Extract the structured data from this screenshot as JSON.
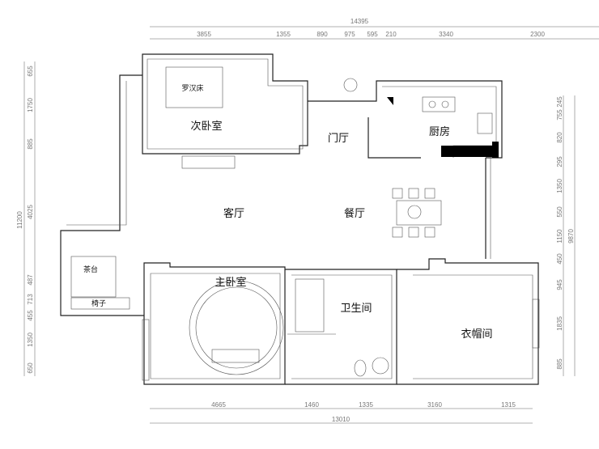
{
  "plan": {
    "top_dims": {
      "total": "14395",
      "segments": [
        "3855",
        "1355",
        "890",
        "975",
        "595",
        "210",
        "3340",
        "2300"
      ]
    },
    "left_dims": {
      "total": "11200",
      "segments": [
        "655",
        "1750",
        "885",
        "4025",
        "487",
        "713",
        "455",
        "1350",
        "650"
      ]
    },
    "right_dims": {
      "total": "9870",
      "segments": [
        "245",
        "755",
        "820",
        "295",
        "1350",
        "550",
        "1150",
        "450",
        "945",
        "1835",
        "885"
      ]
    },
    "bottom_dims": {
      "total": "13010",
      "segments": [
        "4665",
        "1460",
        "1335",
        "3160",
        "1315"
      ]
    },
    "rooms": {
      "luohan_bed": "罗汉床",
      "second_bedroom": "次卧室",
      "foyer": "门厅",
      "kitchen": "厨房",
      "living_room": "客厅",
      "dining_room": "餐厅",
      "tea_table": "茶台",
      "chair": "椅子",
      "master_bedroom": "主卧室",
      "bathroom": "卫生间",
      "cloakroom": "衣帽间"
    },
    "colors": {
      "wall": "#222222",
      "dimension": "#999999",
      "solid_wall": "#000000"
    }
  }
}
